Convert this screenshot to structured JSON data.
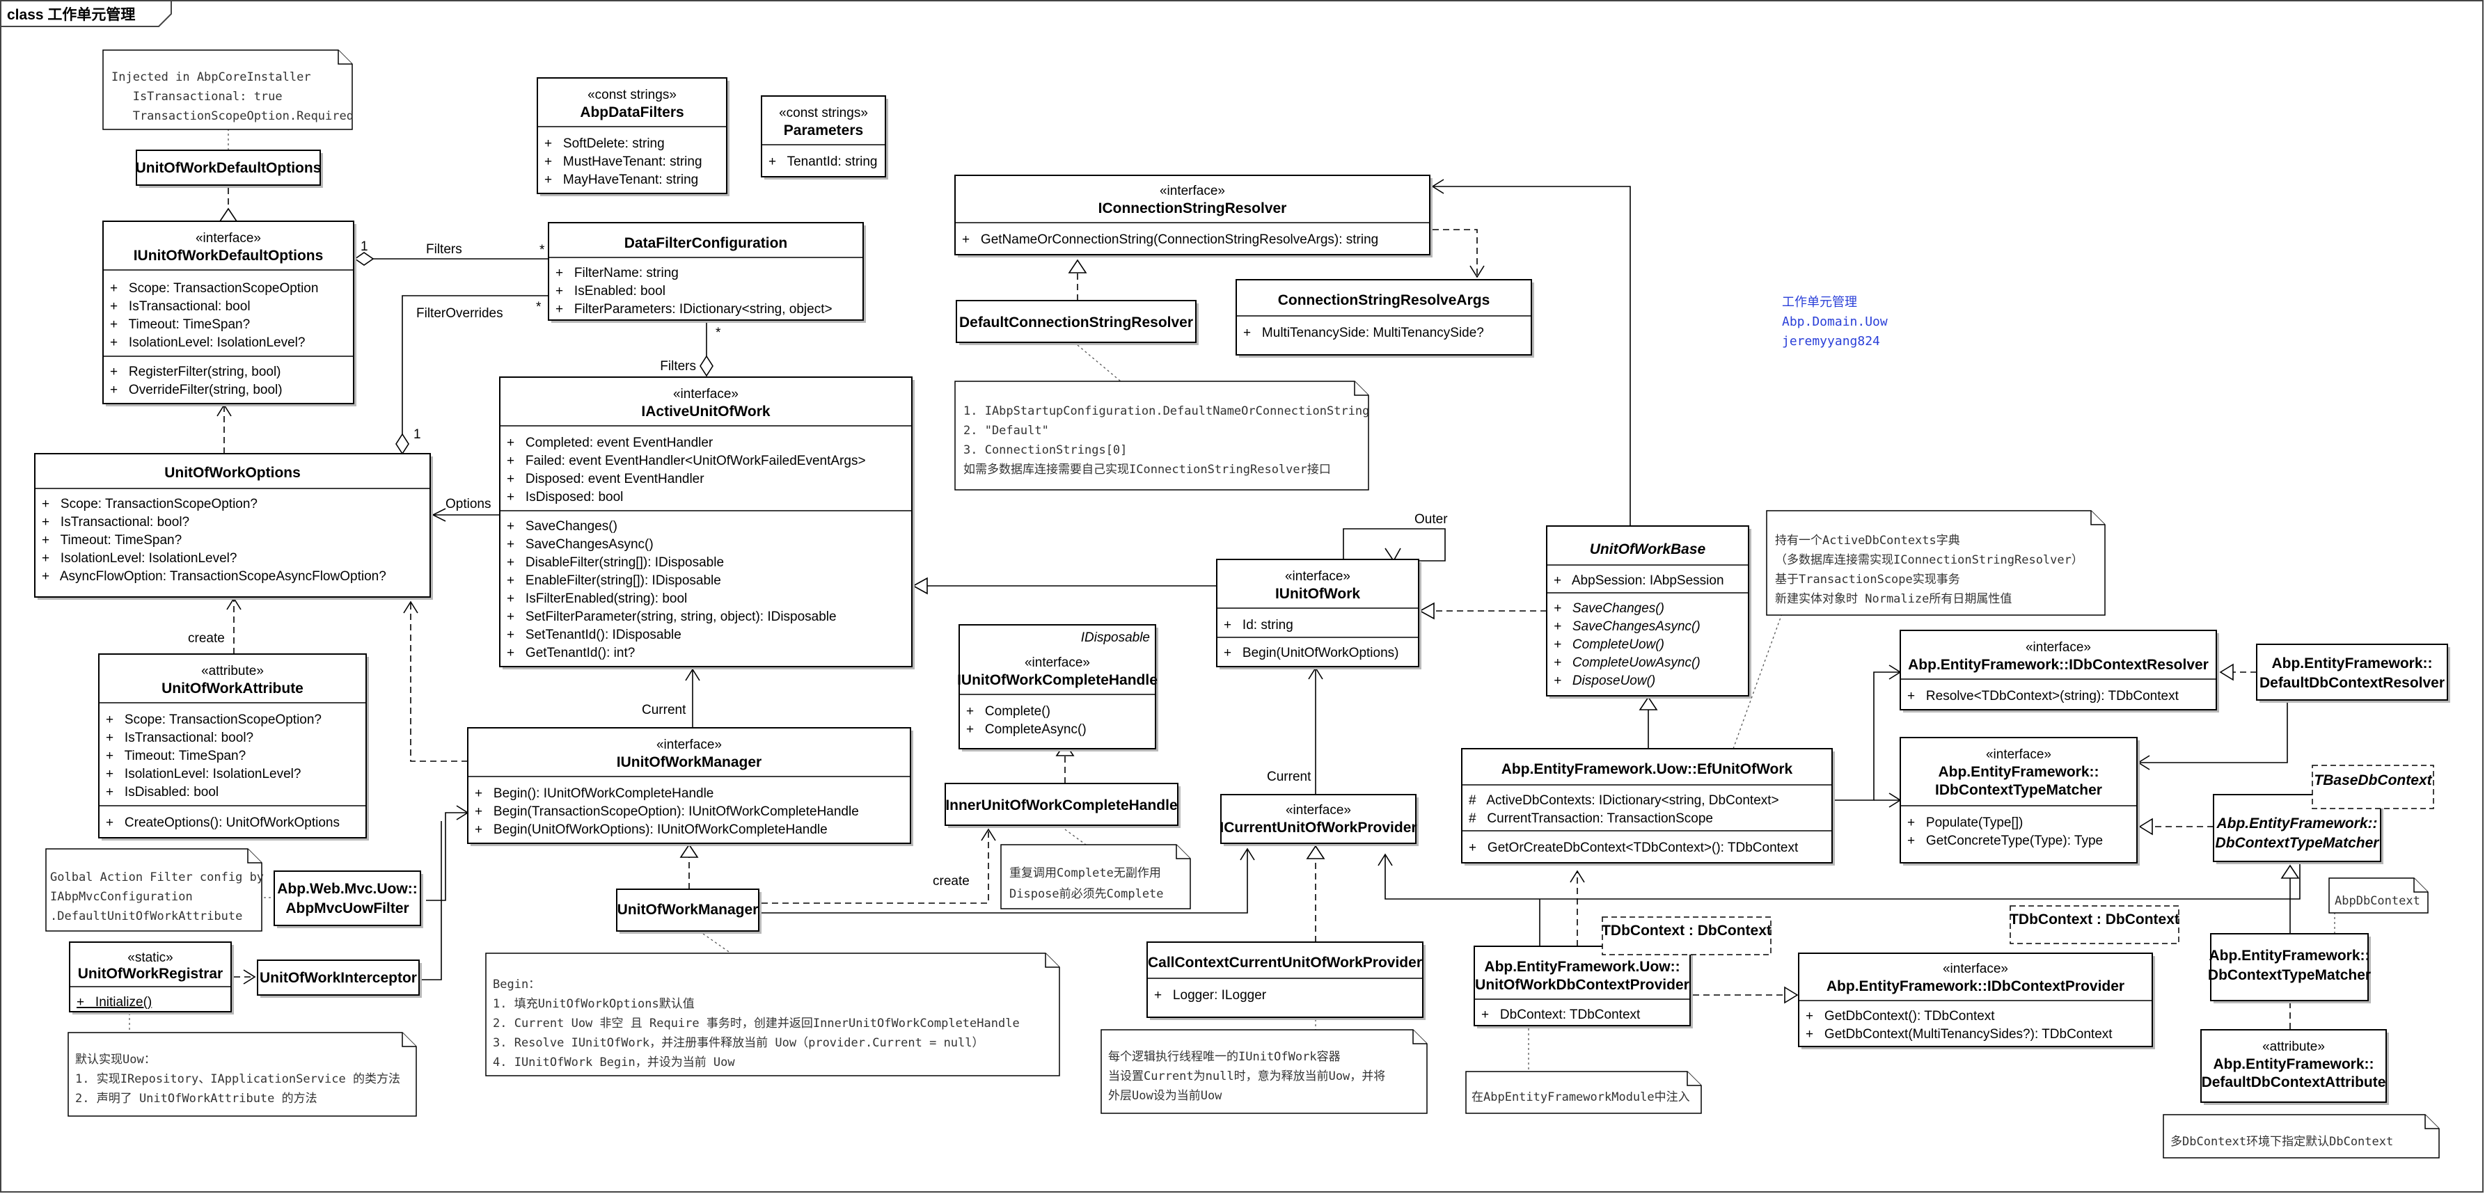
{
  "diagram": {
    "title": "class 工作单元管理",
    "info": [
      "工作单元管理",
      "Abp.Domain.Uow",
      "jeremyyang824"
    ],
    "notes": {
      "defaultOptions": [
        "Injected in AbpCoreInstaller",
        "   IsTransactional: true",
        "   TransactionScopeOption.Required"
      ],
      "connResolver": [
        "1. IAbpStartupConfiguration.DefaultNameOrConnectionString",
        "2. \"Default\"",
        "3. ConnectionStrings[0]",
        "如需多数据库连接需要自己实现IConnectionStringResolver接口"
      ],
      "uowBase": [
        "持有一个ActiveDbContexts字典",
        "（多数据库连接需实现IConnectionStringResolver）",
        "基于TransactionScope实现事务",
        "新建实体对象时 Normalize所有日期属性值"
      ],
      "actionFilter": [
        "Golbal Action Filter config by",
        "IAbpMvcConfiguration",
        ".DefaultUnitOfWorkAttribute"
      ],
      "registrar": [
        "默认实现Uow：",
        "1. 实现IRepository、IApplicationService 的类方法",
        "2. 声明了 UnitOfWorkAttribute 的方法"
      ],
      "begin": [
        "Begin：",
        "1. 填充UnitOfWorkOptions默认值",
        "2. Current Uow 非空 且 Require 事务时，创建并返回InnerUnitOfWorkCompleteHandle",
        "3. Resolve IUnitOfWork，并注册事件释放当前 Uow（provider.Current = null）",
        "4. IUnitOfWork Begin，并设为当前 Uow"
      ],
      "complete": [
        "重复调用Complete无副作用",
        "Dispose前必须先Complete"
      ],
      "callContext": [
        "每个逻辑执行线程唯一的IUnitOfWork容器",
        "当设置Current为null时，意为释放当前Uow，并将",
        "外层Uow设为当前Uow"
      ],
      "efModule": [
        "在AbpEntityFrameworkModule中注入"
      ],
      "dbContextAttr": [
        "多DbContext环境下指定默认DbContext"
      ],
      "abpDbContext": [
        "AbpDbContext"
      ]
    },
    "classes": {
      "unitOfWorkDefaultOptions": {
        "name": "UnitOfWorkDefaultOptions"
      },
      "iUnitOfWorkDefaultOptions": {
        "stereotype": "«interface»",
        "name": "IUnitOfWorkDefaultOptions",
        "attributes": [
          "+   Scope: TransactionScopeOption",
          "+   IsTransactional: bool",
          "+   Timeout: TimeSpan?",
          "+   IsolationLevel: IsolationLevel?"
        ],
        "operations": [
          "+   RegisterFilter(string, bool)",
          "+   OverrideFilter(string, bool)"
        ]
      },
      "abpDataFilters": {
        "stereotype": "«const strings»",
        "name": "AbpDataFilters",
        "attributes": [
          "+   SoftDelete: string",
          "+   MustHaveTenant: string",
          "+   MayHaveTenant: string"
        ]
      },
      "parameters": {
        "stereotype": "«const strings»",
        "name": "Parameters",
        "attributes": [
          "+   TenantId: string"
        ]
      },
      "dataFilterConfiguration": {
        "name": "DataFilterConfiguration",
        "attributes": [
          "+   FilterName: string",
          "+   IsEnabled: bool",
          "+   FilterParameters: IDictionary<string, object>"
        ]
      },
      "unitOfWorkOptions": {
        "name": "UnitOfWorkOptions",
        "attributes": [
          "+   Scope: TransactionScopeOption?",
          "+   IsTransactional: bool?",
          "+   Timeout: TimeSpan?",
          "+   IsolationLevel: IsolationLevel?",
          "+   AsyncFlowOption: TransactionScopeAsyncFlowOption?"
        ]
      },
      "iActiveUnitOfWork": {
        "stereotype": "«interface»",
        "name": "IActiveUnitOfWork",
        "attributes": [
          "+   Completed: event EventHandler",
          "+   Failed: event EventHandler<UnitOfWorkFailedEventArgs>",
          "+   Disposed: event EventHandler",
          "+   IsDisposed: bool"
        ],
        "operations": [
          "+   SaveChanges()",
          "+   SaveChangesAsync()",
          "+   DisableFilter(string[]): IDisposable",
          "+   EnableFilter(string[]): IDisposable",
          "+   IsFilterEnabled(string): bool",
          "+   SetFilterParameter(string, string, object): IDisposable",
          "+   SetTenantId(): IDisposable",
          "+   GetTenantId(): int?"
        ]
      },
      "unitOfWorkAttribute": {
        "stereotype": "«attribute»",
        "name": "UnitOfWorkAttribute",
        "attributes": [
          "+   Scope: TransactionScopeOption?",
          "+   IsTransactional: bool?",
          "+   Timeout: TimeSpan?",
          "+   IsolationLevel: IsolationLevel?",
          "+   IsDisabled: bool"
        ],
        "operations": [
          "+   CreateOptions(): UnitOfWorkOptions"
        ]
      },
      "iUnitOfWorkManager": {
        "stereotype": "«interface»",
        "name": "IUnitOfWorkManager",
        "operations": [
          "+   Begin(): IUnitOfWorkCompleteHandle",
          "+   Begin(TransactionScopeOption): IUnitOfWorkCompleteHandle",
          "+   Begin(UnitOfWorkOptions): IUnitOfWorkCompleteHandle"
        ]
      },
      "abpMvcUowFilter": {
        "name1": "Abp.Web.Mvc.Uow::",
        "name2": "AbpMvcUowFilter"
      },
      "unitOfWorkRegistrar": {
        "stereotype": "«static»",
        "name": "UnitOfWorkRegistrar",
        "operations": [
          "+   Initialize()"
        ]
      },
      "unitOfWorkInterceptor": {
        "name": "UnitOfWorkInterceptor"
      },
      "unitOfWorkManager": {
        "name": "UnitOfWorkManager"
      },
      "iConnectionStringResolver": {
        "stereotype": "«interface»",
        "name": "IConnectionStringResolver",
        "operations": [
          "+   GetNameOrConnectionString(ConnectionStringResolveArgs): string"
        ]
      },
      "defaultConnectionStringResolver": {
        "name": "DefaultConnectionStringResolver"
      },
      "connectionStringResolveArgs": {
        "name": "ConnectionStringResolveArgs",
        "attributes": [
          "+   MultiTenancySide: MultiTenancySide?"
        ]
      },
      "iUnitOfWorkCompleteHandle": {
        "tag": "IDisposable",
        "stereotype": "«interface»",
        "name": "IUnitOfWorkCompleteHandle",
        "operations": [
          "+   Complete()",
          "+   CompleteAsync()"
        ]
      },
      "innerUnitOfWorkCompleteHandle": {
        "name": "InnerUnitOfWorkCompleteHandle"
      },
      "iUnitOfWork": {
        "stereotype": "«interface»",
        "name": "IUnitOfWork",
        "attributes": [
          "+   Id: string"
        ],
        "operations": [
          "+   Begin(UnitOfWorkOptions)"
        ]
      },
      "iCurrentUnitOfWorkProvider": {
        "stereotype": "«interface»",
        "name": "ICurrentUnitOfWorkProvider"
      },
      "callContextProvider": {
        "name": "CallContextCurrentUnitOfWorkProvider",
        "attributes": [
          "+   Logger: ILogger"
        ]
      },
      "unitOfWorkBase": {
        "name": "UnitOfWorkBase",
        "attributes": [
          "+   AbpSession: IAbpSession"
        ],
        "operations": [
          "+   SaveChanges()",
          "+   SaveChangesAsync()",
          "+   CompleteUow()",
          "+   CompleteUowAsync()",
          "+   DisposeUow()"
        ]
      },
      "efUnitOfWork": {
        "name": "Abp.EntityFramework.Uow::EfUnitOfWork",
        "attributes": [
          "#   ActiveDbContexts: IDictionary<string, DbContext>",
          "#   CurrentTransaction: TransactionScope"
        ],
        "operations": [
          "+   GetOrCreateDbContext<TDbContext>(): TDbContext"
        ]
      },
      "iDbContextResolver": {
        "stereotype": "«interface»",
        "name": "Abp.EntityFramework::IDbContextResolver",
        "operations": [
          "+   Resolve<TDbContext>(string): TDbContext"
        ]
      },
      "defaultDbContextResolver": {
        "name1": "Abp.EntityFramework::",
        "name2": "DefaultDbContextResolver"
      },
      "iDbContextTypeMatcher": {
        "stereotype": "«interface»",
        "name1": "Abp.EntityFramework::",
        "name2": "IDbContextTypeMatcher",
        "operations": [
          "+   Populate(Type[])",
          "+   GetConcreteType(Type): Type"
        ]
      },
      "genericDbContextTypeMatcher": {
        "tag": "TBaseDbContext",
        "name1": "Abp.EntityFramework::",
        "name2": "DbContextTypeMatcher"
      },
      "dbContextTypeMatcher": {
        "name1": "Abp.EntityFramework::",
        "name2": "DbContextTypeMatcher"
      },
      "defaultDbContextAttribute": {
        "stereotype": "«attribute»",
        "name1": "Abp.EntityFramework::",
        "name2": "DefaultDbContextAttribute"
      },
      "uowDbContextProvider": {
        "tag": "TDbContext : DbContext",
        "name1": "Abp.EntityFramework.Uow::",
        "name2": "UnitOfWorkDbContextProvider",
        "attributes": [
          "+   DbContext: TDbContext"
        ]
      },
      "iDbContextProvider": {
        "tag": "TDbContext : DbContext",
        "stereotype": "«interface»",
        "name": "Abp.EntityFramework::IDbContextProvider",
        "operations": [
          "+   GetDbContext(): TDbContext",
          "+   GetDbContext(MultiTenancySides?): TDbContext"
        ]
      }
    },
    "labels": {
      "filters": "Filters",
      "filtersVertical": "Filters",
      "filterOverrides": "FilterOverrides",
      "options": "Options",
      "create": "create",
      "createManager": "create",
      "current": "Current",
      "currentProvider": "Current",
      "outer": "Outer",
      "mult1": "1",
      "multStar": "*",
      "mult1b": "1",
      "multStar2": "*",
      "multStar3": "*"
    }
  }
}
